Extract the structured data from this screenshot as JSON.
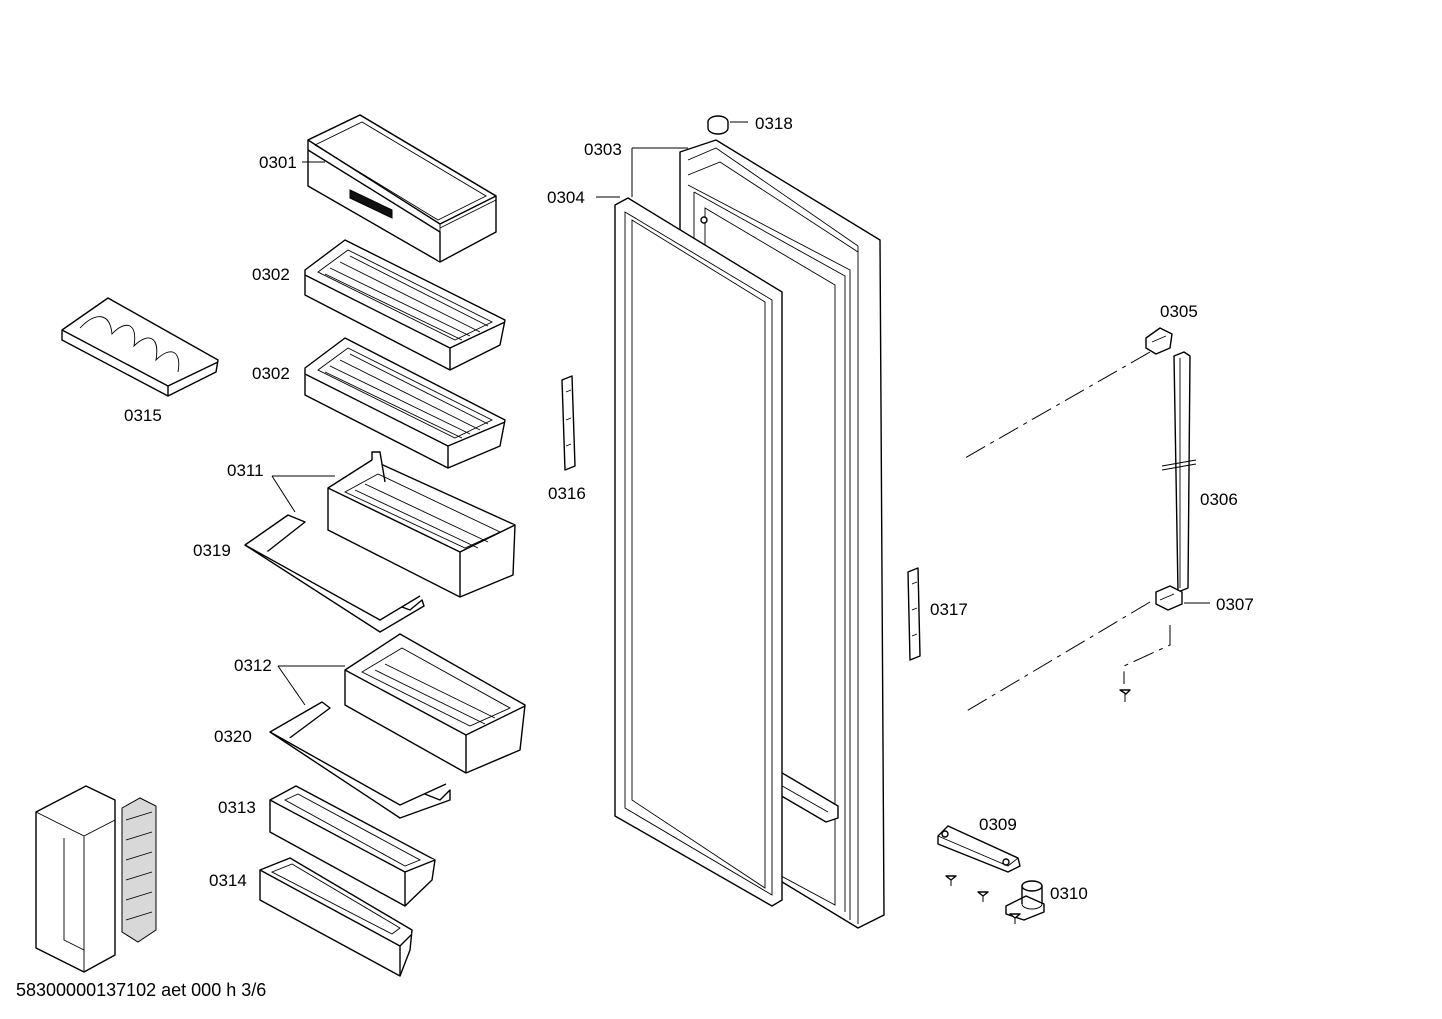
{
  "parts": [
    {
      "id": "p0301",
      "label": "0301"
    },
    {
      "id": "p0302a",
      "label": "0302"
    },
    {
      "id": "p0302b",
      "label": "0302"
    },
    {
      "id": "p0303",
      "label": "0303"
    },
    {
      "id": "p0304",
      "label": "0304"
    },
    {
      "id": "p0305",
      "label": "0305"
    },
    {
      "id": "p0306",
      "label": "0306"
    },
    {
      "id": "p0307",
      "label": "0307"
    },
    {
      "id": "p0309",
      "label": "0309"
    },
    {
      "id": "p0310",
      "label": "0310"
    },
    {
      "id": "p0311",
      "label": "0311"
    },
    {
      "id": "p0312",
      "label": "0312"
    },
    {
      "id": "p0313",
      "label": "0313"
    },
    {
      "id": "p0314",
      "label": "0314"
    },
    {
      "id": "p0315",
      "label": "0315"
    },
    {
      "id": "p0316",
      "label": "0316"
    },
    {
      "id": "p0317",
      "label": "0317"
    },
    {
      "id": "p0318",
      "label": "0318"
    },
    {
      "id": "p0319",
      "label": "0319"
    },
    {
      "id": "p0320",
      "label": "0320"
    }
  ],
  "footer": "58300000137102 aet 000 h 3/6"
}
